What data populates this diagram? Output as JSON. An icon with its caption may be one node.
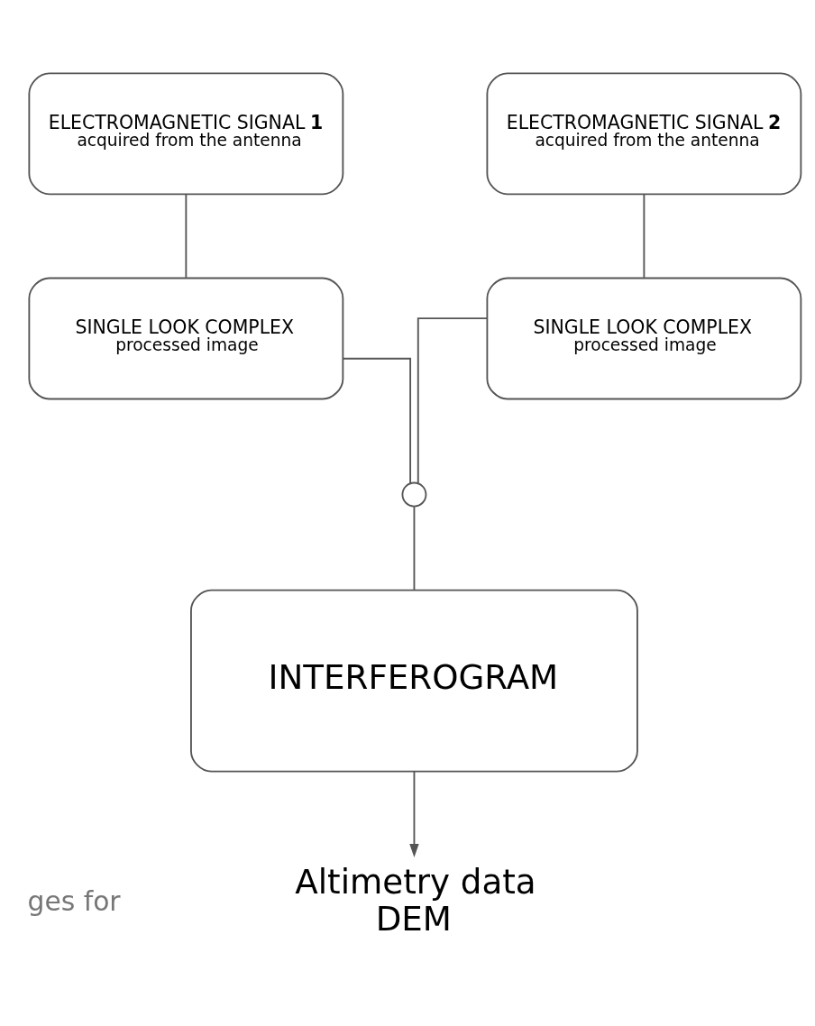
{
  "diagram": {
    "nodes": [
      {
        "text": [
          "ELECTROMAGNETIC SIGNAL **1**",
          "acquired from the antenna"
        ]
      },
      {
        "text": [
          "ELECTROMAGNETIC SIGNAL **2**",
          "acquired from the antenna"
        ]
      },
      {
        "text": [
          "SINGLE LOOK COMPLEX",
          "processed image"
        ]
      },
      {
        "text": [
          "SINGLE LOOK COMPLEX",
          "processed image"
        ]
      },
      {
        "text": [],
        "shape": "circle"
      },
      {
        "text": [
          "INTERFEROGRAM"
        ]
      },
      {
        "text": [
          "Altimetry data DEM"
        ]
      }
    ],
    "edges": [
      {
        "from": 0,
        "to": 2,
        "arrow": "none"
      },
      {
        "from": 1,
        "to": 3,
        "arrow": "none"
      },
      {
        "from": 2,
        "to": 4,
        "arrow": "none"
      },
      {
        "from": 3,
        "to": 4,
        "arrow": "none"
      },
      {
        "from": 4,
        "to": 5,
        "arrow": "none"
      },
      {
        "from": 5,
        "to": 6,
        "arrow": "to"
      }
    ],
    "labels": [
      "ges for"
    ]
  }
}
